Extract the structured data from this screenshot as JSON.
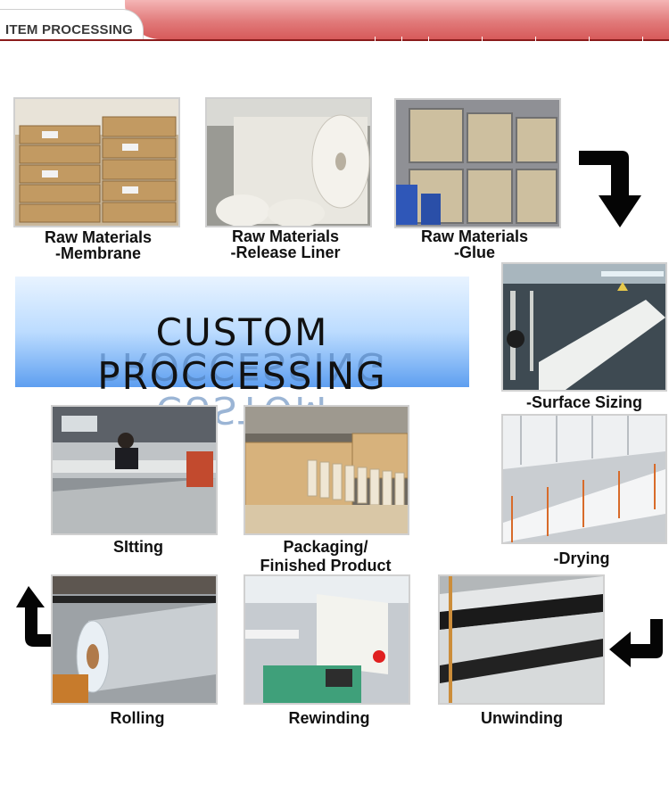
{
  "header": {
    "title": "ITEM PROCESSING"
  },
  "banner": {
    "text": "CUSTOM PROCCESSING"
  },
  "steps": [
    {
      "caption": "Raw Materials\n-Membrane",
      "photo": "cardboard-boxes-warehouse"
    },
    {
      "caption": "Raw Materials\n-Release Liner",
      "photo": "paper-roll"
    },
    {
      "caption": "Raw Materials\n-Glue",
      "photo": "ibc-tanks"
    },
    {
      "caption": "-Surface Sizing",
      "photo": "coating-line"
    },
    {
      "caption": "-Drying",
      "photo": "drying-oven"
    },
    {
      "caption": "Unwinding",
      "photo": "unwinding-machine"
    },
    {
      "caption": "Rewinding",
      "photo": "rewinding-machine"
    },
    {
      "caption": "Rolling",
      "photo": "foil-roll"
    },
    {
      "caption": "SItting",
      "photo": "slitting-worker"
    },
    {
      "caption": "Packaging/\nFinished  Product",
      "photo": "packed-rolls"
    }
  ]
}
